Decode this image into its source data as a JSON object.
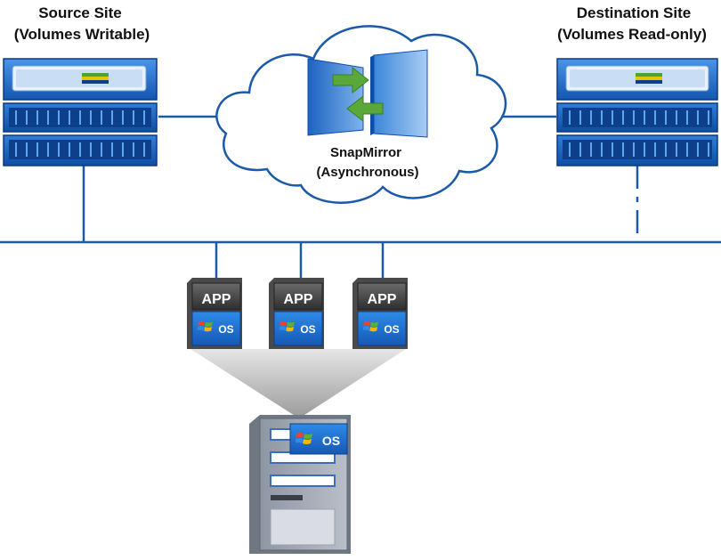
{
  "source_site": {
    "title": "Source Site",
    "subtitle": "(Volumes Writable)"
  },
  "destination_site": {
    "title": "Destination Site",
    "subtitle": "(Volumes Read-only)"
  },
  "replication": {
    "name": "SnapMirror",
    "mode": "(Asynchronous)"
  },
  "app_servers": [
    {
      "app": "APP",
      "os": "OS"
    },
    {
      "app": "APP",
      "os": "OS"
    },
    {
      "app": "APP",
      "os": "OS"
    }
  ],
  "host_server": {
    "os": "OS"
  },
  "colors": {
    "network_line": "#1a5aa8",
    "storage_blue": "#1e6fc8",
    "storage_dark": "#0d3f8a",
    "arrow_green": "#5aa83a",
    "cloud_stroke": "#1a5aa8",
    "os_blue": "#1d6fd0"
  }
}
